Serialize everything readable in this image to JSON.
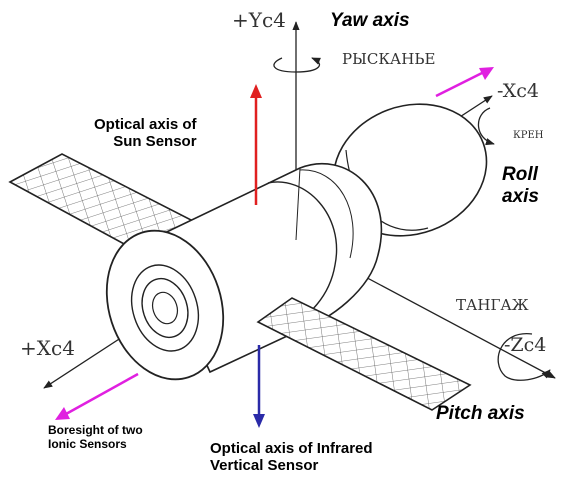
{
  "axes": {
    "yaw_name": "Yaw axis",
    "yaw_symbol": "+Yc4",
    "yaw_rus": "РЫСКАНЬЕ",
    "roll_name": "Roll axis",
    "roll_symbol": "-Xc4",
    "roll_rus": "КРЕН",
    "pitch_name": "Pitch axis",
    "pitch_symbol": "-Zc4",
    "pitch_rus": "ТАНГАЖ",
    "plus_x_symbol": "+Xc4"
  },
  "annotations": {
    "sun_sensor_line1": "Optical axis of",
    "sun_sensor_line2": "Sun Sensor",
    "infrared_line1": "Optical axis of Infrared",
    "infrared_line2": "Vertical Sensor",
    "ionic_line1": "Boresight of two",
    "ionic_line2": "Ionic Sensors"
  },
  "colors": {
    "sun_sensor_arrow": "#e02020",
    "infrared_arrow": "#2a2aa8",
    "ionic_arrow": "#e020e0",
    "line": "#222222"
  }
}
